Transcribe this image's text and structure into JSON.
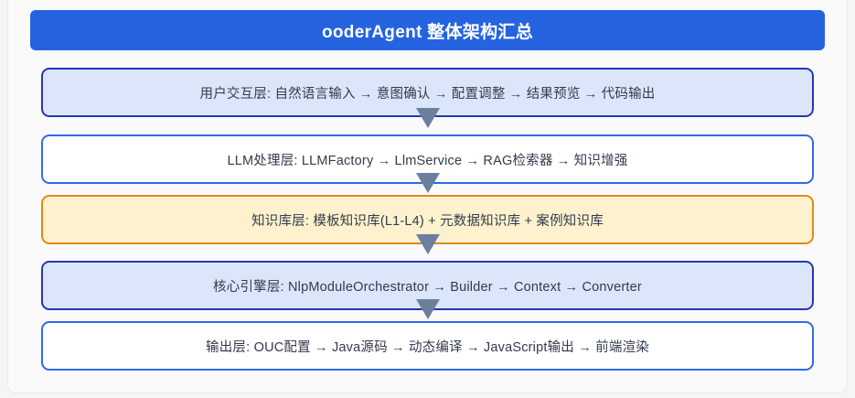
{
  "header": {
    "title": "ooderAgent 整体架构汇总",
    "background_color": "#2563e0",
    "text_color": "#ffffff"
  },
  "diagram": {
    "type": "flowchart-vertical",
    "orientation": "top-to-bottom",
    "connector_color": "#6c7f9e",
    "page_background": "#f4f5f7",
    "layers": [
      {
        "label": "用户交互层: 自然语言输入 → 意图确认 → 配置调整 → 结果预览 → 代码输出",
        "name": "user-interaction-layer",
        "style": "style-navy",
        "fill_color": "#dce6fa",
        "border_color": "#2638ad"
      },
      {
        "label": "LLM处理层: LLMFactory → LlmService → RAG检索器 → 知识增强",
        "name": "llm-processing-layer",
        "style": "style-plain",
        "fill_color": "#ffffff",
        "border_color": "#2f6ae8"
      },
      {
        "label": "知识库层: 模板知识库(L1-L4) + 元数据知识库 + 案例知识库",
        "name": "knowledge-base-layer",
        "style": "style-amber",
        "fill_color": "#fdf2cd",
        "border_color": "#e0891b"
      },
      {
        "label": "核心引擎层: NlpModuleOrchestrator → Builder → Context → Converter",
        "name": "core-engine-layer",
        "style": "style-softblue",
        "fill_color": "#dce6fa",
        "border_color": "#2638ad"
      },
      {
        "label": "输出层: OUC配置 → Java源码 → 动态编译 → JavaScript输出 → 前端渲染",
        "name": "output-layer",
        "style": "style-plain",
        "fill_color": "#ffffff",
        "border_color": "#2f6ae8"
      }
    ],
    "connectors": [
      {
        "name": "connector-user-to-llm",
        "icon": "arrow-down-icon"
      },
      {
        "name": "connector-llm-to-knowledge",
        "icon": "arrow-down-icon"
      },
      {
        "name": "connector-knowledge-to-engine",
        "icon": "arrow-down-icon"
      },
      {
        "name": "connector-engine-to-output",
        "icon": "arrow-down-icon"
      }
    ]
  }
}
